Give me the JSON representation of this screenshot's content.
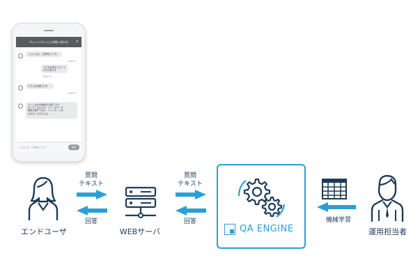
{
  "phone": {
    "chat_title": "チャットボットにお問い合わせ",
    "close": "×",
    "messages": [
      {
        "from": "bot",
        "text": "こんにちは！ご質問をどうぞ。",
        "time": "午前9:58"
      },
      {
        "from": "user",
        "text": "ラピをお休みしなくて\nおきの案です",
        "time": "午前11:58"
      },
      {
        "from": "bot",
        "text": "どちらが必要ですか",
        "time": "午前9:58"
      },
      {
        "from": "bot",
        "text": "ティンはWEB使用不可能ですか\nをしたしませんか。ティンはデータ\n取得の様子でみた、リインカーラの\nがる方へけずのでは、...",
        "time": ""
      }
    ],
    "input_placeholder": "こんにちは！ご質問をどうぞ。",
    "send_label": "送信"
  },
  "nodes": {
    "end_user": "エンドユーザ",
    "web_server": "WEBサーバ",
    "qa_engine": "QA ENGINE",
    "operator": "運用担当者"
  },
  "flows": {
    "left_top_line1": "質問",
    "left_top_line2": "テキスト",
    "left_bottom": "回答",
    "mid_top_line1": "質問",
    "mid_top_line2": "テキスト",
    "mid_bottom": "回答",
    "right": "機械学習"
  },
  "colors": {
    "accent": "#2a9fd6",
    "icon_dark": "#1d3b57"
  }
}
